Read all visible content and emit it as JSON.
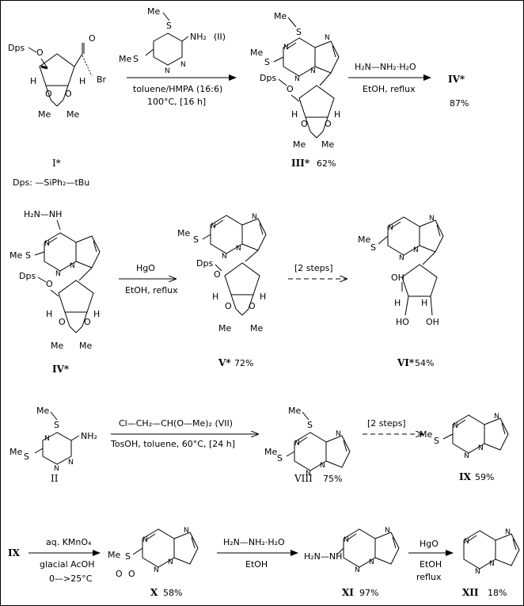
{
  "row1": {
    "dps_label": "Dps",
    "aldehyde": "O",
    "bromo": "Br",
    "h_left": "H",
    "h_right": "H",
    "me1": "Me",
    "me2": "Me",
    "compound_I_label": "I*",
    "dps_def": "Dps: —SiPh₂—tBu",
    "reagent_II_ms1": "Me",
    "reagent_II_s1": "S",
    "reagent_II_ms2": "Me",
    "reagent_II_s2": "S",
    "reagent_II_nh2": "NH₂",
    "reagent_II_tag": "(II)",
    "arrow1_cond1": "toluene/HMPA (16:6)",
    "arrow1_cond2": "100°C, [16 h]",
    "product_III_label": "III*",
    "product_III_yield": "62%",
    "arrow2_reagent": "H₂N—NH₂·H₂O",
    "arrow2_cond": "EtOH, reflux",
    "product_IV_ref": "IV*",
    "product_IV_yield": "87%"
  },
  "row2": {
    "hydrazino": "H₂N—NH",
    "compound_IV_label": "IV*",
    "arrow_reagent": "HgO",
    "arrow_cond": "EtOH, reflux",
    "compound_V_label": "V*",
    "compound_V_yield": "72%",
    "steps_label": "[2 steps]",
    "compound_VI_label": "VI*",
    "compound_VI_yield": "54%",
    "oh1": "OH",
    "oh2": "HO",
    "oh3": "OH"
  },
  "row3": {
    "compound_II_label": "II",
    "reagent_VII": "Cl—CH₂—CH(O—Me)₂ (VII)",
    "arrow_cond": "TosOH, toluene, 60°C, [24 h]",
    "compound_VIII_label": "VIII",
    "compound_VIII_yield": "75%",
    "steps_label": "[2 steps]",
    "compound_IX_label": "IX",
    "compound_IX_yield": "59%"
  },
  "row4": {
    "start_label": "IX",
    "arrow1_reagent": "aq. KMnO₄",
    "arrow1_cond1": "glacial AcOH",
    "arrow1_cond2": "0—>25°C",
    "compound_X_label": "X",
    "compound_X_yield": "58%",
    "sulfonyl": "Me",
    "arrow2_reagent": "H₂N—NH₂·H₂O",
    "arrow2_cond": "EtOH",
    "compound_XI_label": "XI",
    "compound_XI_yield": "97%",
    "amine": "H₂N—NH",
    "arrow3_reagent": "HgO",
    "arrow3_cond1": "EtOH",
    "arrow3_cond2": "reflux",
    "compound_XII_label": "XII",
    "compound_XII_yield": "18%"
  },
  "atoms": {
    "N": "N",
    "S": "S",
    "O": "O",
    "Me": "Me",
    "H": "H",
    "Dps": "Dps"
  }
}
